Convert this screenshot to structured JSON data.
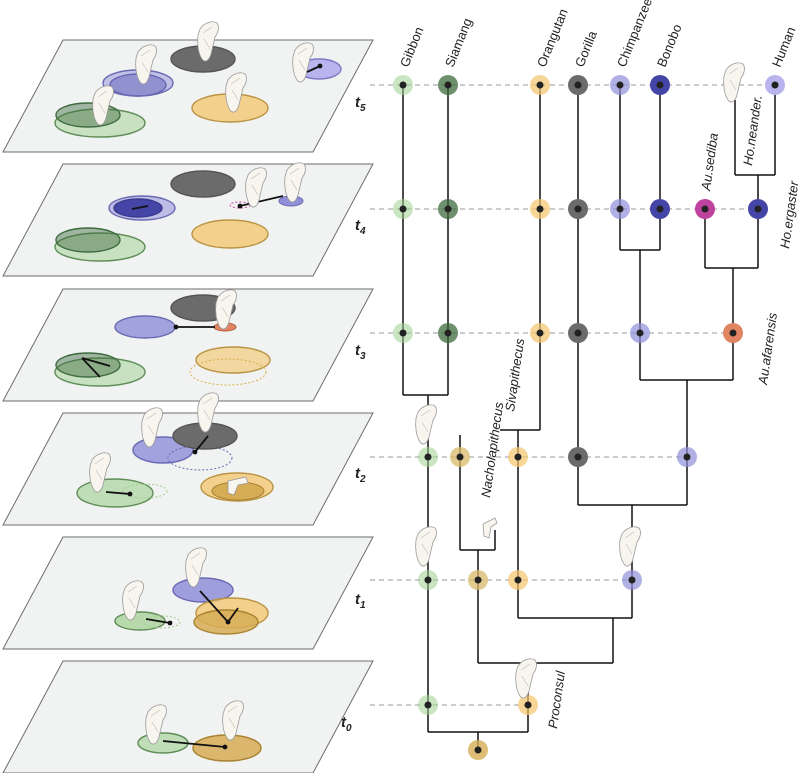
{
  "time_labels": [
    {
      "base": "t",
      "sub": "0"
    },
    {
      "base": "t",
      "sub": "1"
    },
    {
      "base": "t",
      "sub": "2"
    },
    {
      "base": "t",
      "sub": "3"
    },
    {
      "base": "t",
      "sub": "4"
    },
    {
      "base": "t",
      "sub": "5"
    }
  ],
  "taxa": [
    "Gibbon",
    "Siamang",
    "Orangutan",
    "Gorilla",
    "Chimpanzee",
    "Bonobo",
    "Human"
  ],
  "fossils": [
    "Au.sediba",
    "Ho.neander.",
    "Ho.ergaster",
    "Au.afarensis",
    "Sivapithecus",
    "Nacholapithecus",
    "Proconsul"
  ],
  "colors": {
    "gibbon": "#9fcf8f",
    "siamang": "#3e6b3e",
    "orangutan": "#f3c56b",
    "gorilla": "#6b6b6b",
    "chimp": "#8f8fd8",
    "bonobo": "#4545a8",
    "human": "#b9b3ee",
    "sediba": "#c0429f",
    "afarensis": "#e08462",
    "nacholapithecus": "#d9ba6a",
    "proconsul": "#d6ad55",
    "plane": "#f1f2f2"
  }
}
